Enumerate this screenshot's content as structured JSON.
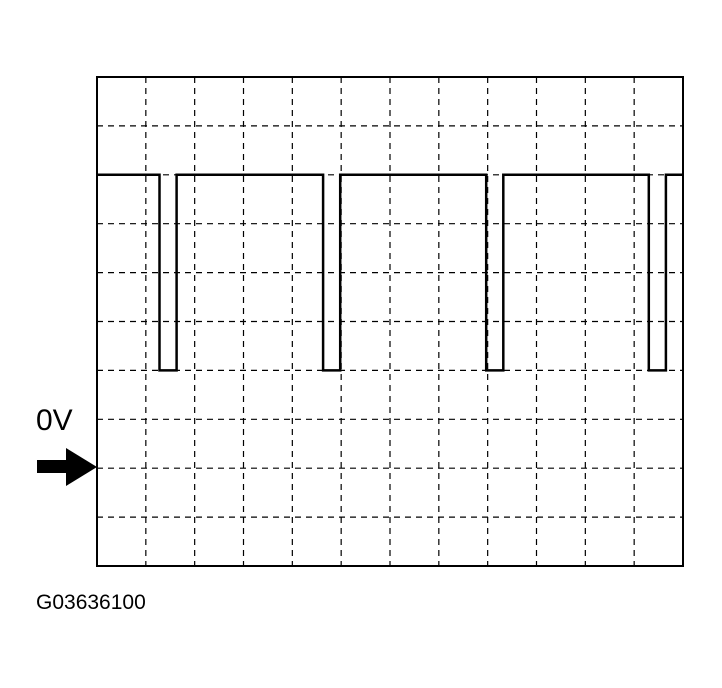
{
  "zero_label": "0V",
  "figure_code": "G03636100",
  "colors": {
    "ink": "#000000",
    "background": "#ffffff"
  },
  "waveform": {
    "description_type": "square-pulse",
    "grid_divisions": {
      "x": 12,
      "y": 10
    },
    "high_level_div": 2,
    "low_level_div": 6,
    "pulses": [
      {
        "fall_div": 1.28,
        "rise_div": 1.63
      },
      {
        "fall_div": 4.63,
        "rise_div": 4.98
      },
      {
        "fall_div": 7.97,
        "rise_div": 8.32
      },
      {
        "fall_div": 11.3,
        "rise_div": 11.65
      }
    ]
  }
}
